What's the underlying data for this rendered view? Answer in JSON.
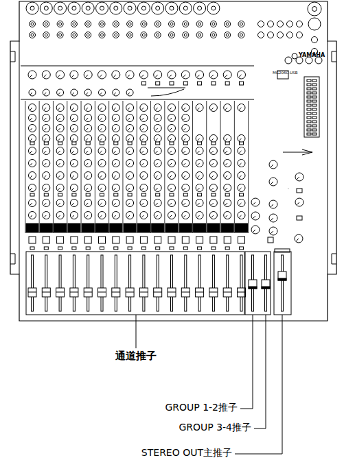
{
  "diagram": {
    "labels": [
      "YAMAHA",
      "MG206C-USB",
      "通道推子",
      "GROUP 1-2推子",
      "GROUP 3-4推子",
      "STEREO OUT主推子"
    ]
  }
}
